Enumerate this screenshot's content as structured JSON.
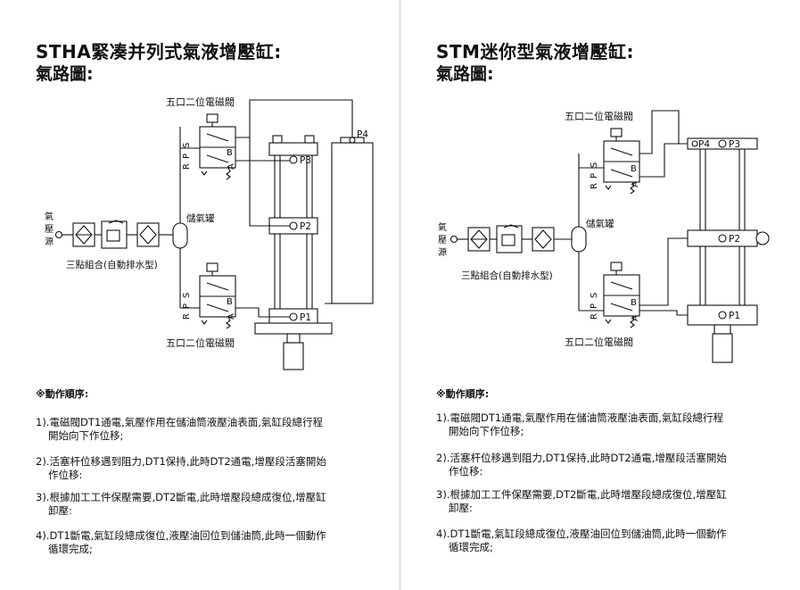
{
  "left": {
    "title": "STHA緊凑并列式氣液增壓缸",
    "title_suffix": ":",
    "subtitle": "氣路圖",
    "subtitle_suffix": ":",
    "diagram": {
      "valve_top_label": "五口二位電磁閥",
      "valve_bottom_label": "五口二位電磁閥",
      "air_source": "氣壓源",
      "frl_label": "三點組合(自動排水型)",
      "tank_label": "儲氣罐",
      "ports": [
        "P4",
        "P3",
        "P2",
        "P1"
      ],
      "valve_port_r": "R",
      "valve_port_p": "P",
      "valve_port_s": "S",
      "valve_port_a": "A",
      "valve_port_b": "B"
    },
    "sequence_heading": "※動作順序:",
    "steps": [
      {
        "line1": "1).電磁閥DT1通電,氣壓作用在儲油筒液壓油表面,氣缸段總行程",
        "line2": "開始向下作位移;"
      },
      {
        "line1": "2).活塞杆位移遇到阻力,DT1保持,此時DT2通電,增壓段活塞開始",
        "line2": "作位移:"
      },
      {
        "line1": "3).根據加工工件保壓需要,DT2斷電,此時增壓段總成復位,增壓缸",
        "line2": "卸壓:"
      },
      {
        "line1": "4).DT1斷電,氣缸段總成復位,液壓油回位到儲油筒,此時一個動作",
        "line2": "循環完成;"
      }
    ]
  },
  "right": {
    "title": "STM迷你型氣液增壓缸",
    "title_suffix": ":",
    "subtitle": "氣路圖",
    "subtitle_suffix": ":",
    "diagram": {
      "valve_top_label": "五口二位電磁閥",
      "valve_bottom_label": "五口二位電磁閥",
      "air_source": "氣壓源",
      "frl_label": "三點組合(自動排水型)",
      "tank_label": "儲氣罐",
      "ports": [
        "P4",
        "P3",
        "P2",
        "P1"
      ],
      "valve_port_r": "R",
      "valve_port_p": "P",
      "valve_port_s": "S",
      "valve_port_a": "A",
      "valve_port_b": "B"
    },
    "sequence_heading": "※動作順序:",
    "steps": [
      {
        "line1": "1).電磁閥DT1通電,氣壓作用在儲油筒液壓油表面,氣缸段總行程",
        "line2": "開始向下作位移;"
      },
      {
        "line1": "2).活塞杆位移遇到阻力,DT1保持,此時DT2通電,增壓段活塞開始",
        "line2": "作位移:"
      },
      {
        "line1": "3).根據加工工件保壓需要,DT2斷電,此時增壓段總成復位,增壓缸",
        "line2": "卸壓:"
      },
      {
        "line1": "4).DT1斷電,氣缸段總成復位,液壓油回位到儲油筒,此時一個動作",
        "line2": "循環完成;"
      }
    ]
  }
}
